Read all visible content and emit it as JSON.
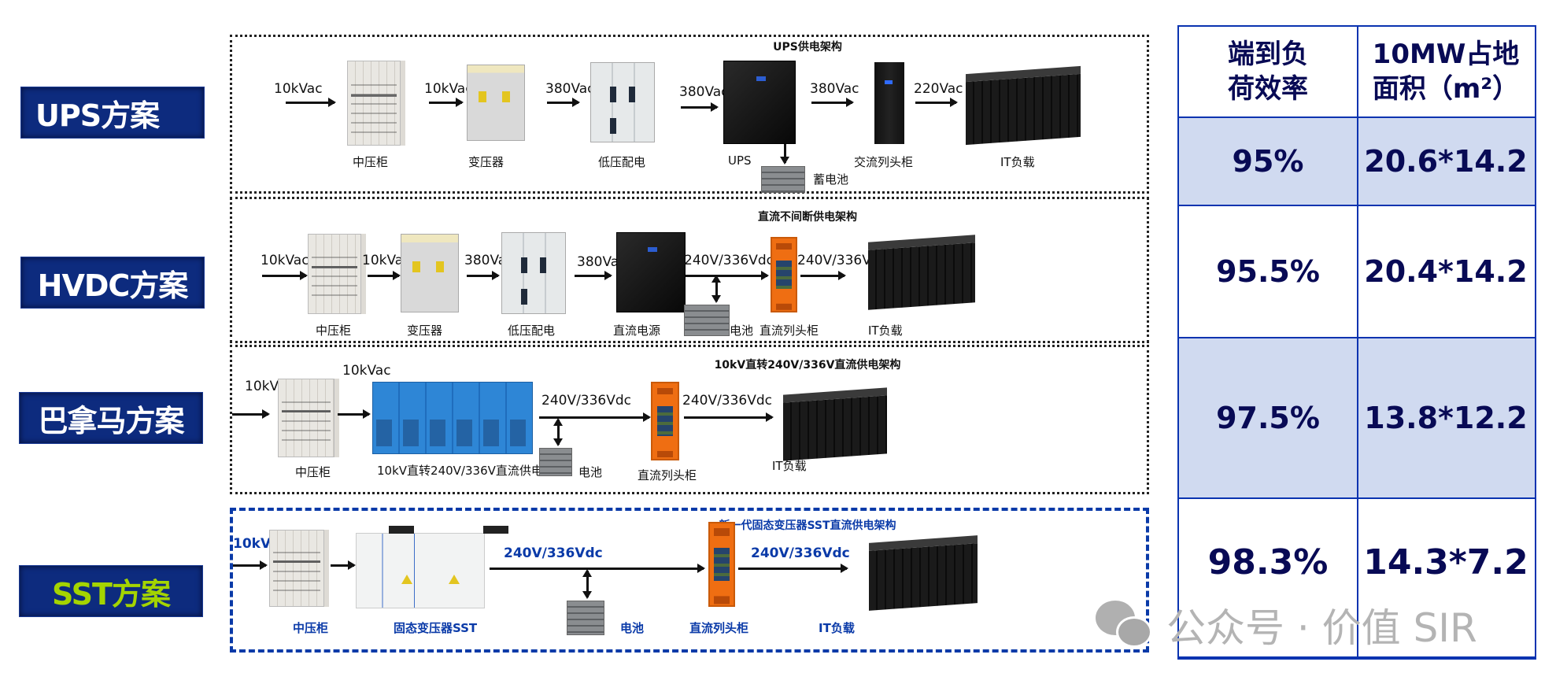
{
  "schemes": [
    {
      "label": "UPS方案"
    },
    {
      "label": "HVDC方案"
    },
    {
      "label": "巴拿马方案"
    },
    {
      "label": "SST方案"
    }
  ],
  "panels": {
    "ups": {
      "title": "UPS供电架构",
      "voltages": [
        "10kVac",
        "10kVac",
        "380Vac",
        "380Vac",
        "380Vac",
        "220Vac"
      ],
      "nodes": [
        "中压柜",
        "变压器",
        "低压配电",
        "UPS",
        "蓄电池",
        "交流列头柜",
        "IT负载"
      ]
    },
    "hvdc": {
      "title": "直流不间断供电架构",
      "voltages": [
        "10kVac",
        "10kVac",
        "380Vac",
        "380Vac",
        "240V/336Vdc",
        "240V/336Vdc"
      ],
      "nodes": [
        "中压柜",
        "变压器",
        "低压配电",
        "直流电源",
        "电池",
        "直流列头柜",
        "IT负载"
      ]
    },
    "panama": {
      "title": "10kV直转240V/336V直流供电架构",
      "voltages": [
        "10kVac",
        "10kVac",
        "240V/336Vdc",
        "240V/336Vdc"
      ],
      "nodes": [
        "中压柜",
        "10kV直转240V/336V直流供电系统",
        "电池",
        "直流列头柜",
        "IT负载"
      ]
    },
    "sst": {
      "title": "新一代固态变压器SST直流供电架构",
      "voltages": [
        "10kVac",
        "240V/336Vdc",
        "240V/336Vdc"
      ],
      "nodes": [
        "中压柜",
        "固态变压器SST",
        "电池",
        "直流列头柜",
        "IT负载"
      ]
    }
  },
  "table": {
    "headers": [
      "端到负荷效率",
      "10MW占地面积（m²）"
    ],
    "header_lines": [
      [
        "端到负",
        "荷效率"
      ],
      [
        "10MW占地",
        "面积（m²）"
      ]
    ],
    "rows": [
      {
        "scheme": "UPS方案",
        "efficiency": "95%",
        "area": "20.6*14.2"
      },
      {
        "scheme": "HVDC方案",
        "efficiency": "95.5%",
        "area": "20.4*14.2"
      },
      {
        "scheme": "巴拿马方案",
        "efficiency": "97.5%",
        "area": "13.8*12.2"
      },
      {
        "scheme": "SST方案",
        "efficiency": "98.3%",
        "area": "14.3*7.2"
      }
    ]
  },
  "watermark": {
    "text": "公众号 · 价值 SIR",
    "icon": "wechat-icon"
  },
  "colors": {
    "label_bg": "#0d2b7e",
    "label_text": "#ffffff",
    "sst_label_text": "#a4d400",
    "table_border": "#0a33b0",
    "table_shade": "#d0daf0",
    "table_text": "#080a55",
    "sst_accent": "#0a3aa8",
    "dc_pdu_orange": "#ef6e12"
  }
}
